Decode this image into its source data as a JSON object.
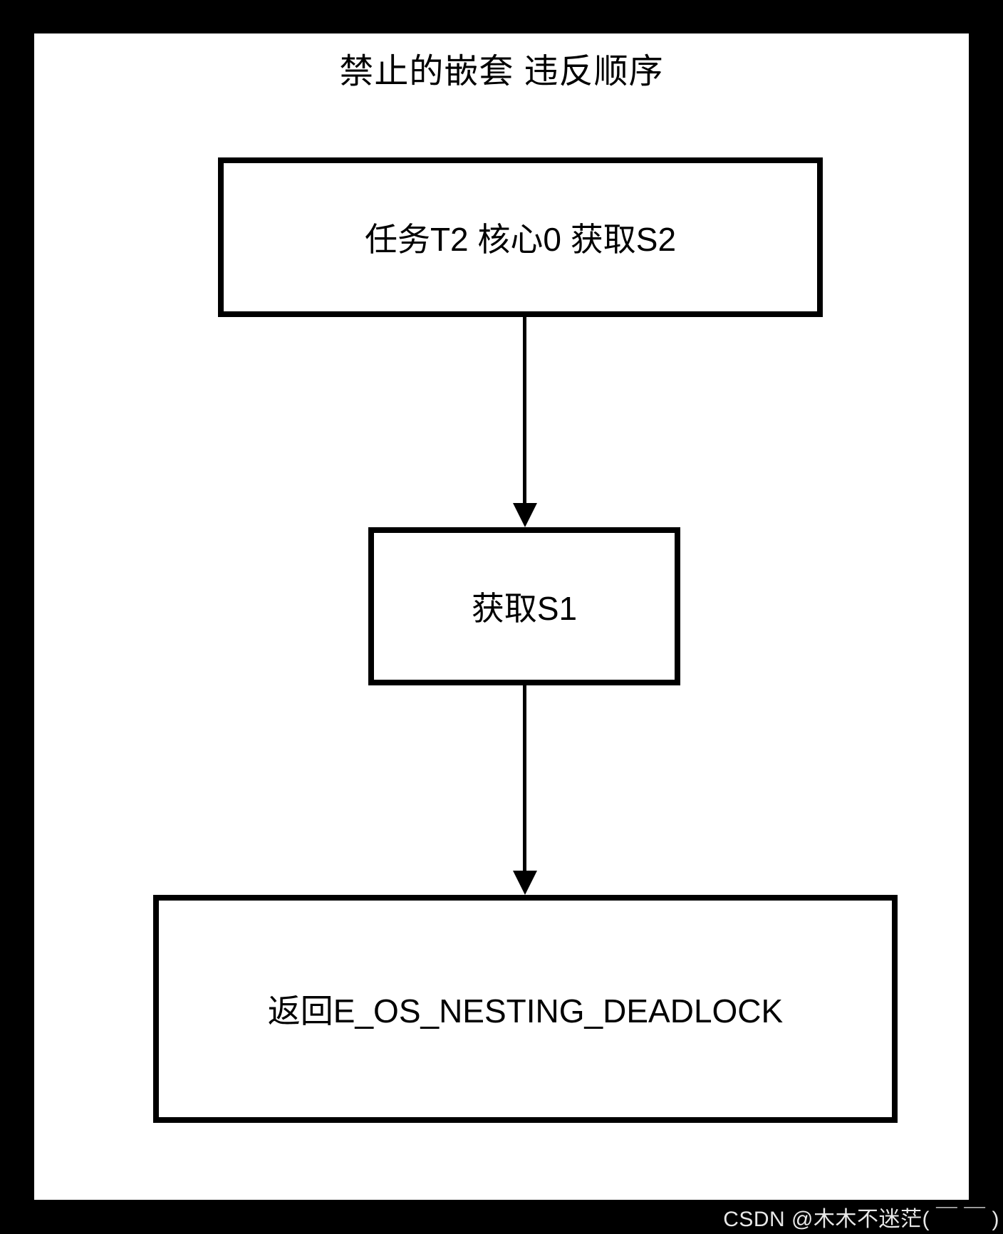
{
  "title": "禁止的嵌套 违反顺序",
  "nodes": [
    {
      "id": "node-1",
      "label": "任务T2 核心0 获取S2"
    },
    {
      "id": "node-2",
      "label": "获取S1"
    },
    {
      "id": "node-3",
      "label": "返回E_OS_NESTING_DEADLOCK"
    }
  ],
  "edges": [
    {
      "from": "node-1",
      "to": "node-2",
      "style": "arrow-down"
    },
    {
      "from": "node-2",
      "to": "node-3",
      "style": "arrow-down"
    }
  ],
  "watermark": "CSDN @木木不迷茫( ￣ ￣ )",
  "colors": {
    "frame_background": "#000000",
    "canvas_background": "#ffffff",
    "line": "#000000",
    "text": "#000000",
    "watermark_text": "#e8e8e8"
  }
}
